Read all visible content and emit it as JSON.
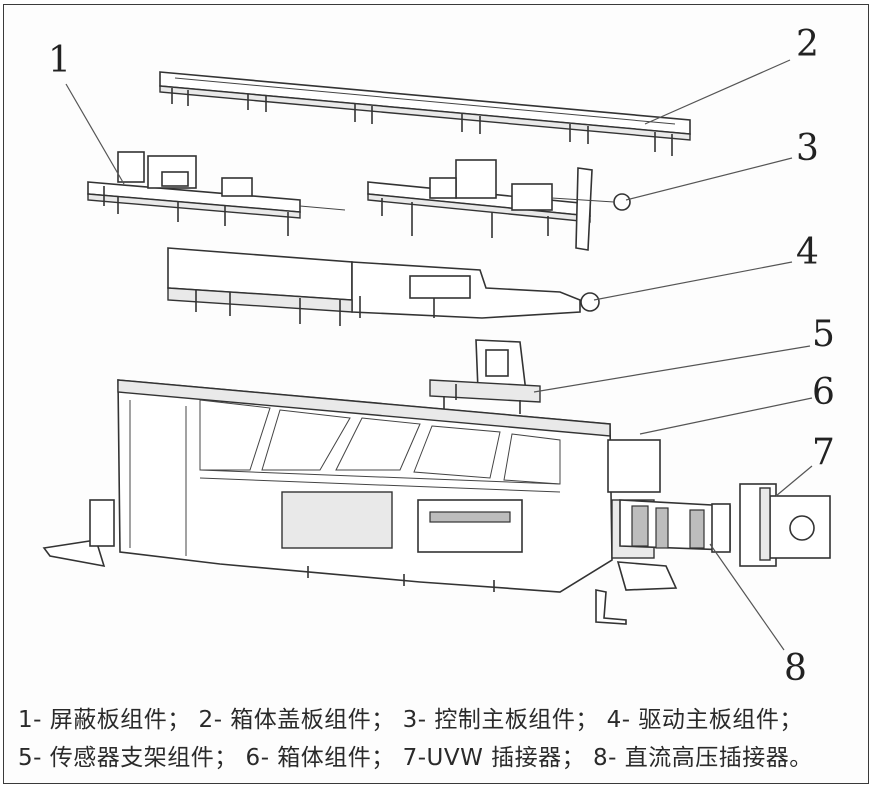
{
  "labels": [
    "1",
    "2",
    "3",
    "4",
    "5",
    "6",
    "7",
    "8"
  ],
  "caption": {
    "line1": "1- 屏蔽板组件； 2- 箱体盖板组件； 3- 控制主板组件； 4- 驱动主板组件；",
    "line2": "5- 传感器支架组件； 6- 箱体组件； 7-UVW 插接器； 8- 直流高压插接器。"
  }
}
